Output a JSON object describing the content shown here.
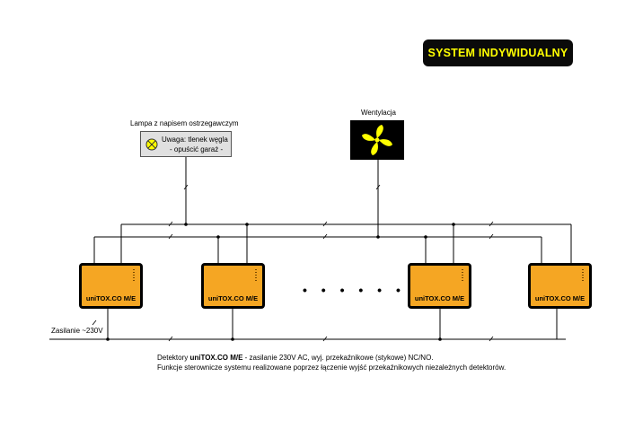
{
  "title": "SYSTEM INDYWIDUALNY",
  "lamp": {
    "caption": "Lampa z napisem ostrzegawczym",
    "line1": "Uwaga: tlenek węgla",
    "line2": "- opuścić garaż -"
  },
  "fan": {
    "caption": "Wentylacja"
  },
  "detectors": [
    {
      "label": "uniTOX.CO M/E"
    },
    {
      "label": "uniTOX.CO M/E"
    },
    {
      "label": "uniTOX.CO M/E"
    },
    {
      "label": "uniTOX.CO M/E"
    }
  ],
  "ellipsis": "• • • • • •",
  "supply_label": "Zasilanie ~230V",
  "caption": {
    "line1_prefix": "Detektory ",
    "line1_bold": "uniTOX.CO M/E",
    "line1_suffix": " - zasilanie 230V AC, wyj. przekaźnikowe (stykowe) NC/NO.",
    "line2": "Funkcje sterownicze systemu realizowane poprzez łączenie wyjść przekaźnikowych niezależnych detektorów."
  },
  "colors": {
    "badge_bg": "#0a0a0a",
    "badge_text": "#ffff00",
    "detector_face": "#f5a623",
    "fan_blade": "#ffff00",
    "lamp_bulb": "#ffff00"
  }
}
